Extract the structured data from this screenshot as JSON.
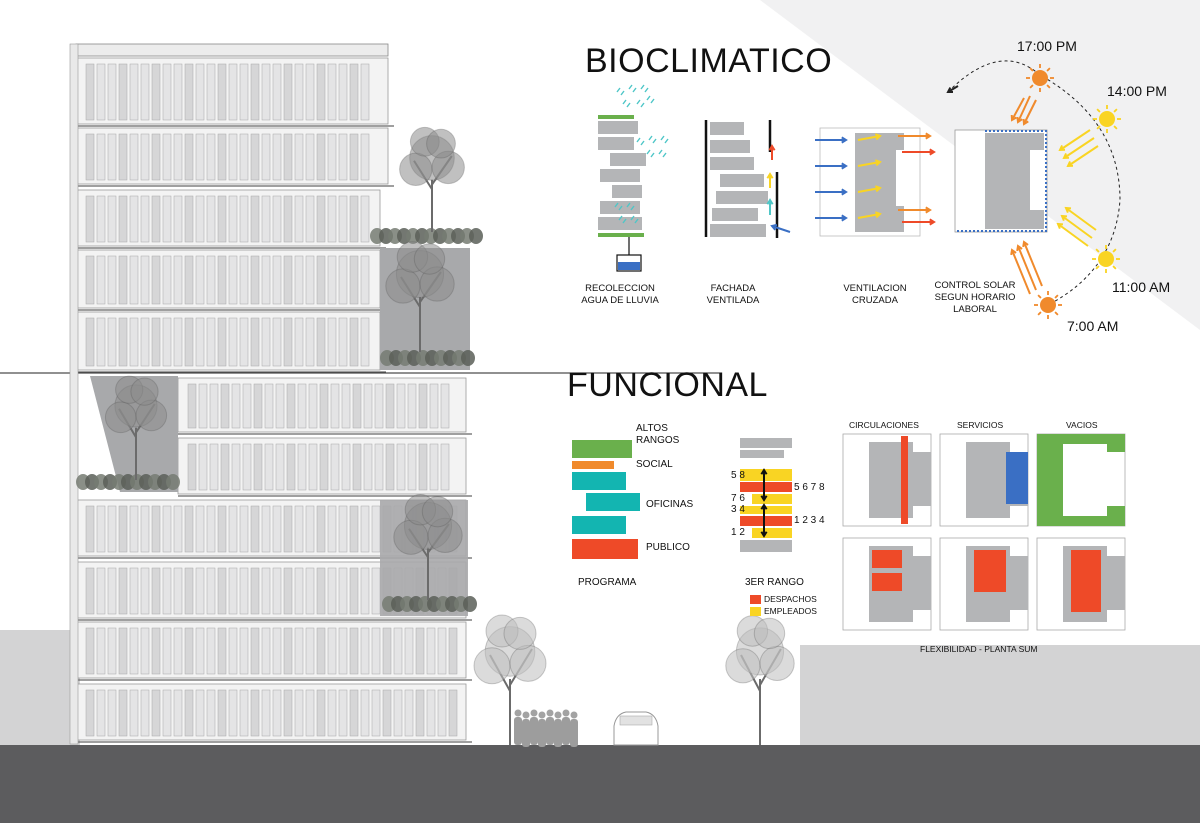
{
  "sections": {
    "bioclimatic": {
      "title": "BIOCLIMATICO",
      "strategies": [
        {
          "id": "rain",
          "lines": [
            "RECOLECCION",
            "AGUA DE LLUVIA"
          ]
        },
        {
          "id": "facade",
          "lines": [
            "FACHADA",
            "VENTILADA"
          ]
        },
        {
          "id": "vent",
          "lines": [
            "VENTILACION",
            "CRUZADA"
          ]
        },
        {
          "id": "solar",
          "lines": [
            "CONTROL SOLAR",
            "SEGUN HORARIO",
            "LABORAL"
          ]
        }
      ],
      "sun_times": [
        "17:00 PM",
        "14:00 PM",
        "11:00 AM",
        "7:00 AM"
      ]
    },
    "functional": {
      "title": "FUNCIONAL",
      "program": {
        "title": "PROGRAMA",
        "levels": [
          {
            "label_lines": [
              "ALTOS",
              "RANGOS"
            ],
            "color": "#6ab04c"
          },
          {
            "label_lines": [
              "SOCIAL"
            ],
            "color": "#f08a2c"
          },
          {
            "label_lines": [
              "OFICINAS"
            ],
            "color": "#13b5b1"
          },
          {
            "label_lines": [
              "PUBLICO"
            ],
            "color": "#ee4a28"
          }
        ]
      },
      "third_rank": {
        "title": "3ER RANGO",
        "left_numbers": [
          "5 8",
          "7 6",
          "3 4",
          "1 2"
        ],
        "right_numbers": [
          "5 6 7 8",
          "1 2 3 4"
        ],
        "legend": [
          {
            "label": "DESPACHOS",
            "color": "#ee4a28"
          },
          {
            "label": "EMPLEADOS",
            "color": "#f9d423"
          }
        ]
      },
      "flex": {
        "columns": [
          "CIRCULACIONES",
          "SERVICIOS",
          "VACIOS"
        ],
        "caption": "FLEXIBILIDAD - PLANTA SUM"
      }
    }
  },
  "colors": {
    "gray": "#b4b5b7",
    "ground": "#5c5c5e",
    "blue": "#3a6fc4",
    "green": "#6ab04c",
    "orange": "#f08a2c",
    "red": "#ee4a28",
    "yellow": "#f9d423",
    "teal": "#13b5b1",
    "rain": "#4ec6c7"
  }
}
